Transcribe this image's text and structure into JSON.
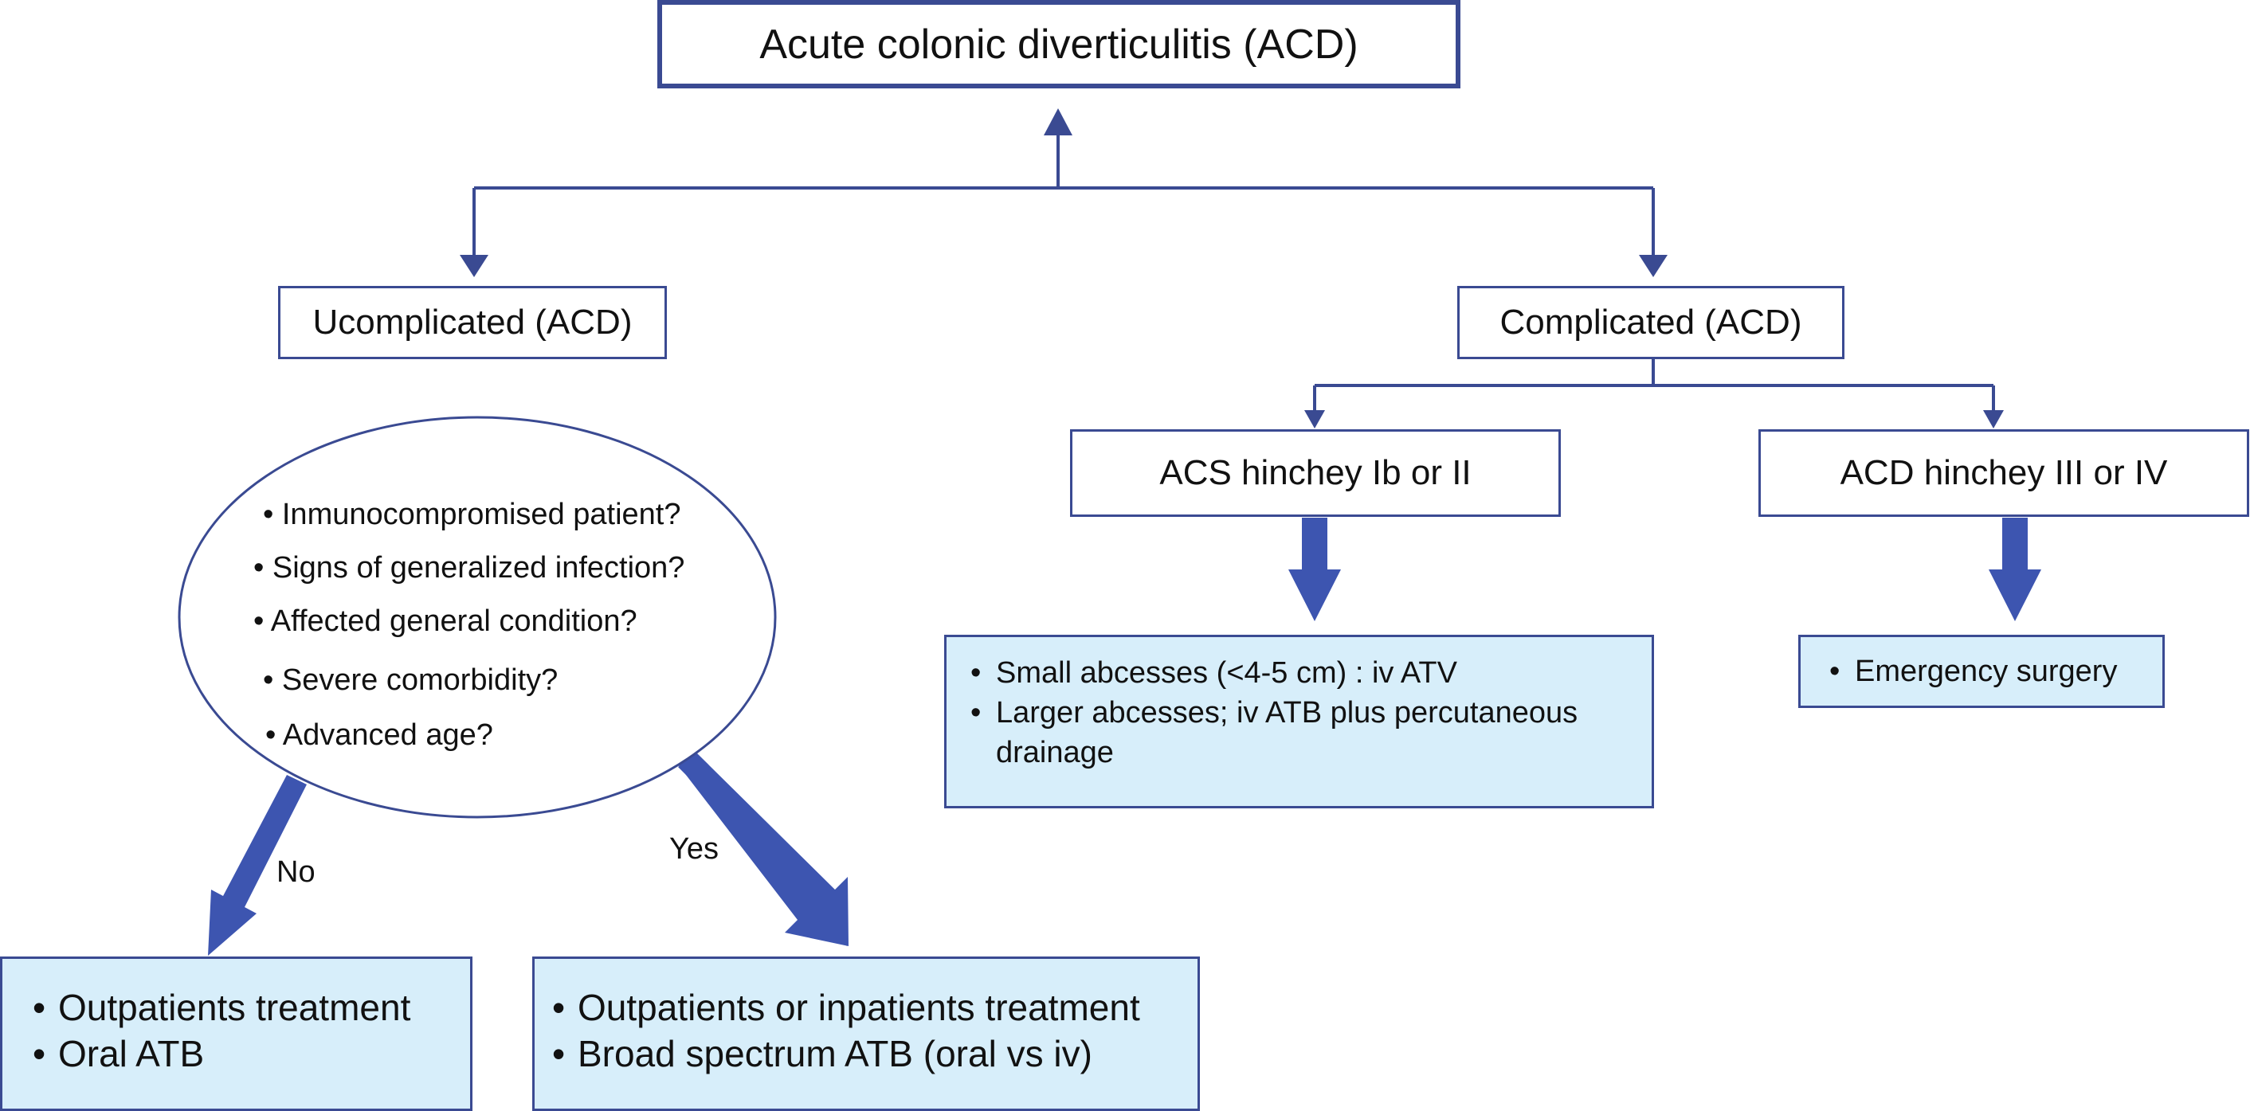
{
  "root": {
    "label": "Acute colonic diverticulitis (ACD)"
  },
  "uncomplicated": {
    "label": "Ucomplicated (ACD)"
  },
  "complicated": {
    "label": "Complicated (ACD)"
  },
  "hinchey_low": {
    "label": "ACS hinchey Ib or II"
  },
  "hinchey_high": {
    "label": "ACD hinchey III or IV"
  },
  "questions": [
    "Inmunocompromised patient?",
    "Signs of generalized infection?",
    "Affected general condition?",
    "Severe comorbidity?",
    "Advanced age?"
  ],
  "edges": {
    "no": "No",
    "yes": "Yes"
  },
  "outcome_no": [
    "Outpatients treatment",
    "Oral ATB"
  ],
  "outcome_yes": [
    "Outpatients or inpatients treatment",
    "Broad spectrum ATB (oral vs iv)"
  ],
  "outcome_low": [
    "Small abcesses (<4-5 cm) : iv ATV",
    "Larger abcesses; iv ATB plus percutaneous drainage"
  ],
  "outcome_high": [
    "Emergency surgery"
  ],
  "colors": {
    "line": "#3a4a92",
    "arrow": "#3d55b0",
    "box_fill": "#d7eefa",
    "border": "#3a4a92"
  }
}
